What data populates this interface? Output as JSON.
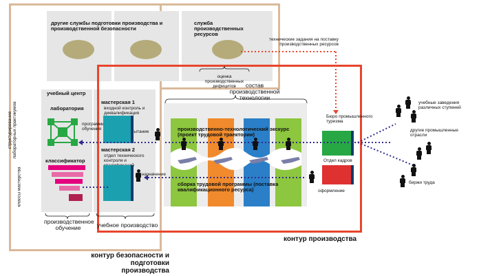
{
  "top": {
    "box1_title": "другие службы подготовки производства и производственной безопасности",
    "box2_title": "служба производственных ресурсов",
    "tech_tasks": "технические задания на поставку производственных ресурсов",
    "deficit_note": "оценка производственных дефицитов"
  },
  "training": {
    "center_title": "учебный центр",
    "lab": "лаборатория",
    "workshop1": "мастерская 1",
    "workshop1_sub": "входной контроль и диквалификация",
    "workshop2": "мастерская 2",
    "workshop2_sub": "отдел технического контроля и квалификаций",
    "classifier": "классификатор",
    "program_training": "программирование обучения",
    "testing": "испытание",
    "assignment": "назначение",
    "side_structuring": "структурирование лабораторных практикумов",
    "side_classes": "классы мастерства",
    "bottom_left": "производственное обучение",
    "bottom_right": "учебное производство"
  },
  "production": {
    "composition": "состав производственной технологии",
    "excursion": "производственно-технологический экскурс (проект трудовой траектории)",
    "assembly": "сборка трудовой программы (поставка квалификационного ресурса)",
    "bureau": "Бюро промышленного туризма",
    "hr": "Отдел кадров",
    "registration": "оформление"
  },
  "external": {
    "schools": "учебные заведения различных ступеней",
    "other_depts": "другие промышленные отрасли",
    "labor_exchange": "биржи труда"
  },
  "frames": {
    "production_contour": "контур производства",
    "safety_contour": "контур безопасности и подготовки производства"
  },
  "colors": {
    "safety_frame": "#d9b99a",
    "production_frame": "#e8452c",
    "green": "#27a844",
    "orange": "#f08a2c",
    "blue": "#2a7fc8",
    "light_green": "#8dc63f",
    "teal": "#1ba0b0",
    "magenta": "#e5007e",
    "red": "#e03131",
    "dots": "#2e2a8c"
  }
}
